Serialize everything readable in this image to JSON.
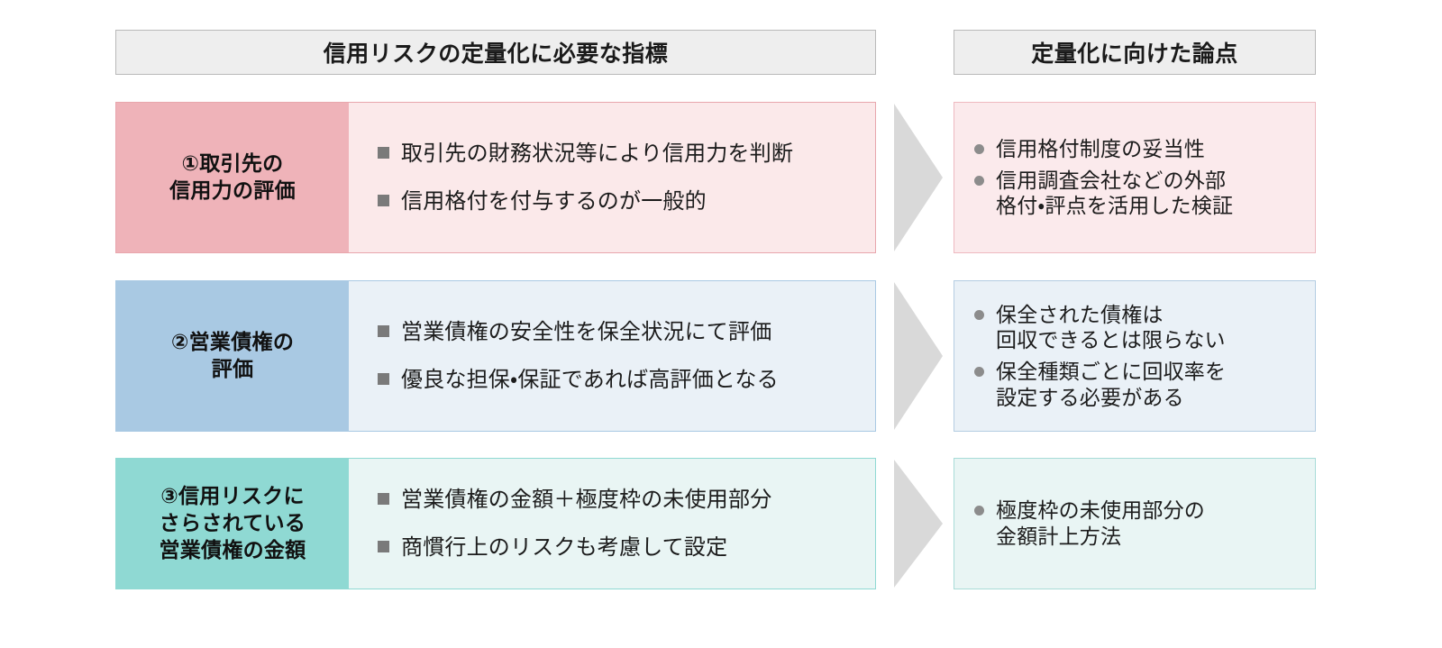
{
  "headers": {
    "left": "信用リスクの定量化に必要な指標",
    "right": "定量化に向けた論点"
  },
  "colors": {
    "header_fill": "#eeeeee",
    "header_border": "#b9b9b9",
    "row1_label_fill": "#efb3b9",
    "row1_body_fill": "#fbe9ea",
    "row2_label_fill": "#a9c9e3",
    "row2_body_fill": "#eaf1f7",
    "row3_label_fill": "#8fd9d3",
    "row3_body_fill": "#e9f5f4",
    "arrow_fill": "#d9d9d9",
    "square_marker": "#7a7a7a",
    "dot_marker": "#8c8c8c"
  },
  "rows": [
    {
      "label": "①取引先の\n信用力の評価",
      "indicators": [
        "取引先の財務状況等により信用力を判断",
        "信用格付を付与するのが一般的"
      ],
      "issues": [
        "信用格付制度の妥当性",
        "信用調査会社などの外部\n格付・評点を活用した検証"
      ]
    },
    {
      "label": "②営業債権の\n評価",
      "indicators": [
        "営業債権の安全性を保全状況にて評価",
        "優良な担保・保証であれば高評価となる"
      ],
      "issues": [
        "保全された債権は\n回収できるとは限らない",
        "保全種類ごとに回収率を\n設定する必要がある"
      ]
    },
    {
      "label": "③信用リスクに\nさらされている\n営業債権の金額",
      "indicators": [
        "営業債権の金額＋極度枠の未使用部分",
        "商慣行上のリスクも考慮して設定"
      ],
      "issues": [
        "極度枠の未使用部分の\n金額計上方法"
      ]
    }
  ],
  "arrow": {
    "icon": "chevron-right-arrow",
    "count": 3
  }
}
